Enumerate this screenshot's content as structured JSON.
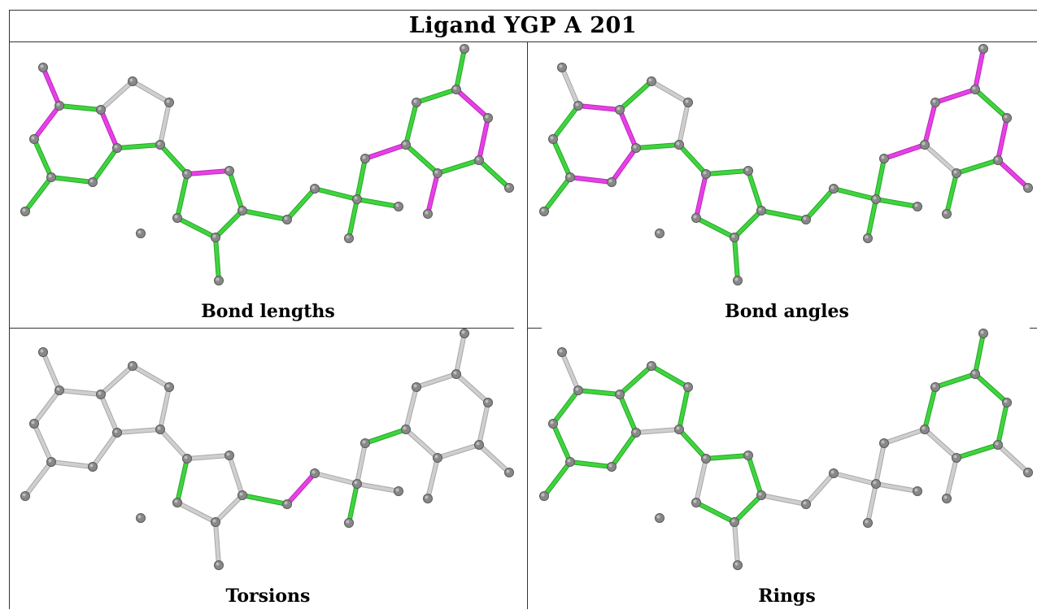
{
  "title": "Ligand YGP A 201",
  "colors": {
    "ok": "#3fd43f",
    "outlier": "#e83fe8",
    "unchecked": "#cfcfcf",
    "atom": "#888888"
  },
  "panels": [
    {
      "caption": "Bond lengths",
      "bond_colors": [
        "outlier",
        "outlier",
        "ok",
        "ok",
        "ok",
        "outlier",
        "ok",
        "ok",
        "unchecked",
        "unchecked",
        "unchecked",
        "ok",
        "ok",
        "outlier",
        "ok",
        "ok",
        "ok",
        "ok",
        "ok",
        "ok",
        "ok",
        "ok",
        "ok",
        "ok",
        "outlier",
        "ok",
        "ok",
        "ok",
        "outlier",
        "outlier",
        "ok",
        "ok",
        "outlier",
        "ok",
        "ok"
      ]
    },
    {
      "caption": "Bond angles",
      "bond_colors": [
        "unchecked",
        "ok",
        "ok",
        "outlier",
        "outlier",
        "outlier",
        "outlier",
        "ok",
        "ok",
        "unchecked",
        "unchecked",
        "ok",
        "ok",
        "ok",
        "ok",
        "ok",
        "ok",
        "outlier",
        "ok",
        "ok",
        "ok",
        "ok",
        "ok",
        "ok",
        "outlier",
        "outlier",
        "outlier",
        "outlier",
        "ok",
        "outlier",
        "ok",
        "unchecked",
        "ok",
        "outlier",
        "ok"
      ]
    },
    {
      "caption": "Torsions",
      "bond_colors": [
        "unchecked",
        "unchecked",
        "unchecked",
        "unchecked",
        "unchecked",
        "unchecked",
        "unchecked",
        "unchecked",
        "unchecked",
        "unchecked",
        "unchecked",
        "unchecked",
        "unchecked",
        "unchecked",
        "unchecked",
        "unchecked",
        "unchecked",
        "ok",
        "ok",
        "outlier",
        "unchecked",
        "unchecked",
        "unchecked",
        "ok",
        "ok",
        "unchecked",
        "unchecked",
        "unchecked",
        "unchecked",
        "unchecked",
        "unchecked",
        "unchecked",
        "unchecked",
        "unchecked",
        "unchecked"
      ]
    },
    {
      "caption": "Rings",
      "bond_colors": [
        "unchecked",
        "ok",
        "ok",
        "ok",
        "ok",
        "ok",
        "ok",
        "ok",
        "ok",
        "ok",
        "ok",
        "unchecked",
        "ok",
        "ok",
        "ok",
        "ok",
        "ok",
        "unchecked",
        "unchecked",
        "unchecked",
        "unchecked",
        "unchecked",
        "unchecked",
        "unchecked",
        "unchecked",
        "ok",
        "ok",
        "ok",
        "ok",
        "ok",
        "ok",
        "unchecked",
        "unchecked",
        "unchecked",
        "unchecked"
      ]
    }
  ]
}
